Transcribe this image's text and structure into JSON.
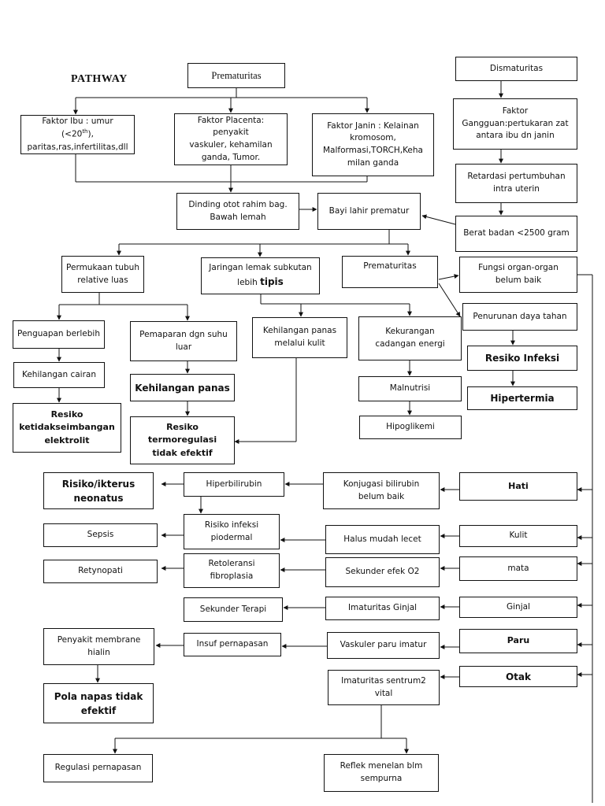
{
  "title": "PATHWAY",
  "nodes": {
    "prematuritas_top": "Prematuritas",
    "dismaturitas": "Dismaturitas",
    "faktor_ibu_a": "Faktor Ibu : umur (<20",
    "faktor_ibu_sup": "th",
    "faktor_ibu_b": "),\nparitas,ras,infertilitas,dll",
    "faktor_placenta": "Faktor Placenta: penyakit\nvaskuler, kehamilan\nganda, Tumor.",
    "faktor_janin": "Faktor Janin : Kelainan\nkromosom,\nMalformasi,TORCH,Keha\nmilan ganda",
    "faktor_gangguan": "Faktor\nGangguan:pertukaran zat\nantara ibu dn janin",
    "retardasi": "Retardasi pertumbuhan\nintra uterin",
    "dinding_otot": "Dinding otot rahim bag.\nBawah lemah",
    "bayi_lahir": "Bayi lahir prematur",
    "berat_badan": "Berat badan <2500 gram",
    "permukaan_tubuh": "Permukaan tubuh\nrelative luas",
    "jaringan_lemak_a": "Jaringan lemak subkutan\nlebih ",
    "jaringan_lemak_b": "tipis",
    "prematuritas_mid": "Prematuritas",
    "fungsi_organ": "Fungsi organ-organ\nbelum baik",
    "penurunan_daya": "Penurunan daya tahan",
    "resiko_infeksi": "Resiko Infeksi",
    "hipertermia": "Hipertermia",
    "penguapan": "Penguapan berlebih",
    "pemaparan": "Pemaparan dgn suhu\nluar",
    "kehilangan_panas_kulit": "Kehilangan panas\nmelalui kulit",
    "kekurangan_cadangan": "Kekurangan\ncadangan energi",
    "kehilangan_cairan": "Kehilangan cairan",
    "kehilangan_panas": "Kehilangan panas",
    "malnutrisi": "Malnutrisi",
    "resiko_elektrolit": "Resiko\nketidakseimbangan\nelektrolit",
    "resiko_termoregulasi": "Resiko termoregulasi\ntidak efektif",
    "hipoglikemi": "Hipoglikemi",
    "risiko_ikterus": "Risiko/ikterus\nneonatus",
    "hiperbilirubin": "Hiperbilirubin",
    "konjugasi": "Konjugasi bilirubin\nbelum baik",
    "hati": "Hati",
    "sepsis": "Sepsis",
    "risiko_infeksi_pio": "Risiko infeksi\npiodermal",
    "halus_mudah": "Halus mudah lecet",
    "kulit": "Kulit",
    "retynopati": "Retynopati",
    "retoleransi": "Retoleransi\nfibroplasia",
    "sekunder_efek": "Sekunder efek O2",
    "mata": "mata",
    "sekunder_terapi": "Sekunder Terapi",
    "imaturitas_ginjal": "Imaturitas Ginjal",
    "ginjal": "Ginjal",
    "penyakit_membrane": "Penyakit membrane\nhialin",
    "insuf_pernapasan": "Insuf pernapasan",
    "vaskuler_paru": "Vaskuler paru imatur",
    "paru": "Paru",
    "otak": "Otak",
    "imaturitas_sentrum": "Imaturitas sentrum2\nvital",
    "pola_napas": "Pola napas tidak\nefektif",
    "regulasi_pernapasan": "Regulasi pernapasan",
    "reflek_menelan": "Reflek menelan blm\nsempurna"
  }
}
